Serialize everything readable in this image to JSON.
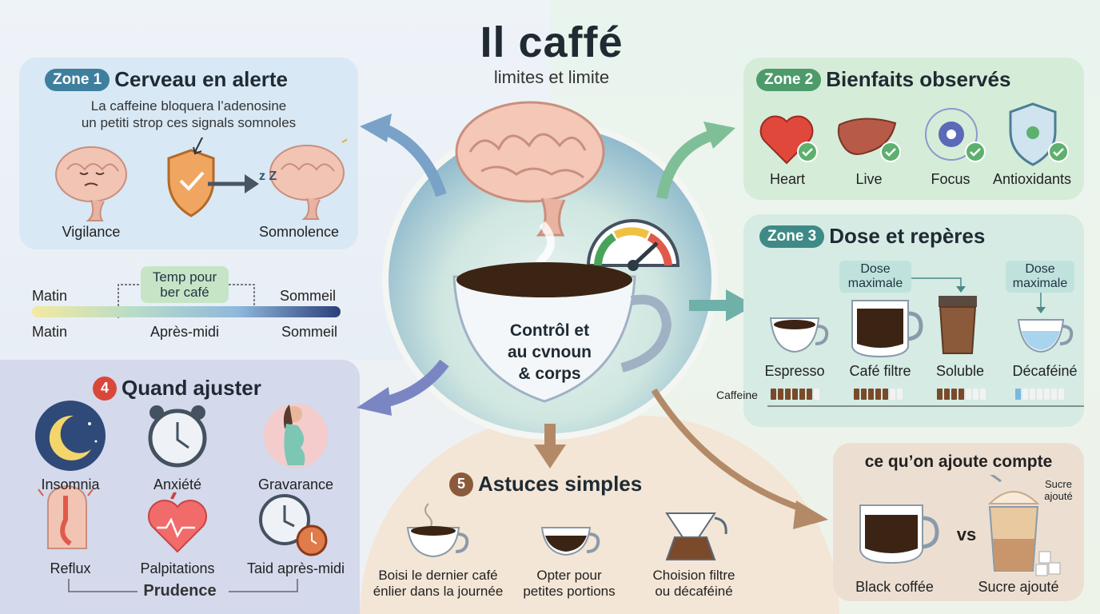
{
  "header": {
    "title": "Il caffé",
    "subtitle": "limites et limite"
  },
  "zone1": {
    "pill": "Zone 1",
    "title": "Cerveau en alerte",
    "line1": "La caffeine bloquera l’adenosine",
    "line2": "un petiti strop ces signals somnoles",
    "label_left": "Vigilance",
    "label_right": "Somnolence",
    "zzz": "z Z"
  },
  "timeline": {
    "top_left": "Matin",
    "top_right": "Sommeil",
    "box_line1": "Temp pour",
    "box_line2": "ber café",
    "bottom_left": "Matin",
    "bottom_mid": "Après-midi",
    "bottom_right": "Sommeil"
  },
  "center": {
    "line1": "Contrôl et",
    "line2": "au cvnoun",
    "line3": "& corps"
  },
  "zone2": {
    "pill": "Zone 2",
    "title": "Bienfaits observés",
    "items": [
      "Heart",
      "Live",
      "Focus",
      "Antioxidants"
    ]
  },
  "zone3": {
    "pill": "Zone 3",
    "title": "Dose et repères",
    "tag1_line1": "Dose",
    "tag1_line2": "maximale",
    "tag2_line1": "Dose",
    "tag2_line2": "maximale",
    "drinks": [
      "Espresso",
      "Café filtre",
      "Soluble",
      "Décaféiné"
    ],
    "meter_label": "Caffeine",
    "levels": [
      0.8,
      0.7,
      0.5,
      0.15
    ]
  },
  "zone4": {
    "num": "4",
    "title": "Quand ajuster",
    "items": [
      "Insomnia",
      "Anxiété",
      "Gravarance",
      "Reflux",
      "Palpitations",
      "Taid après-midi"
    ],
    "footer": "Prudence"
  },
  "zone5": {
    "num": "5",
    "title": "Astuces simples",
    "tips": [
      [
        "Boisi le dernier café",
        "énlier dans la journée"
      ],
      [
        "Opter pour",
        "petites portions"
      ],
      [
        "Choision filtre",
        "ou décaféiné"
      ]
    ]
  },
  "extras": {
    "title": "ce qu’on ajoute compte",
    "left": "Black coffée",
    "vs": "vs",
    "right": "Sucre ajouté",
    "tag_line1": "Sucre",
    "tag_line2": "ajouté"
  },
  "colors": {
    "zone_pill": "#3f7f9e",
    "zone2_pill": "#4d9a6b",
    "zone3_pill": "#3f8a86",
    "zone4_num": "#d9473a",
    "zone5_num": "#8a5a3b",
    "coffee": "#3b2414"
  }
}
